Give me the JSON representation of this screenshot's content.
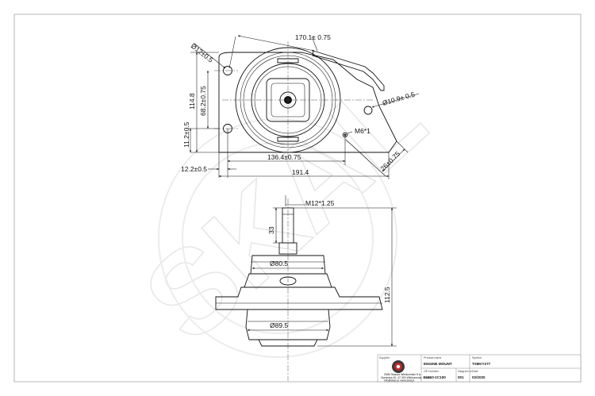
{
  "drawing": {
    "watermark": "SKAL",
    "top_view": {
      "dims": {
        "overall_angle": "170.1± 0.75",
        "hole_left": "Ø12±0.5",
        "height_total": "114.8",
        "height_center": "68.2±0.75",
        "hole_offset": "11.2±0.5",
        "hole_right": "Ø10.9± 0.5",
        "thread": "M6*1",
        "center_span": "136.4±0.75",
        "side_offset": "12.2±0.5",
        "width_total": "191.4",
        "angled_offset": "26±0.75"
      }
    },
    "side_view": {
      "dims": {
        "stud_thread": "M12*1.25",
        "stud_length": "33",
        "upper_dia": "Ø80.5",
        "lower_dia": "Ø89.5",
        "height_total": "112.5"
      }
    }
  },
  "title_block": {
    "supplier_label": "Supplier",
    "product_name_label": "Product name",
    "product_name": "ENGINE MOUNT",
    "symbol_label": "Symbol",
    "symbol": "TSBKY277",
    "company_lines": [
      "ZMM Skarpol Wieliczenski S.A.",
      "Opracska 40, 47-300 Wieliczenski, Poland",
      "info@skal.pl, www.skal.pl"
    ],
    "oe_label": "OE Number",
    "oe_number": "21810-1C100",
    "qty_label": "Diagram nr",
    "qty": "001",
    "date_label": "Date",
    "date": "02/2020"
  }
}
